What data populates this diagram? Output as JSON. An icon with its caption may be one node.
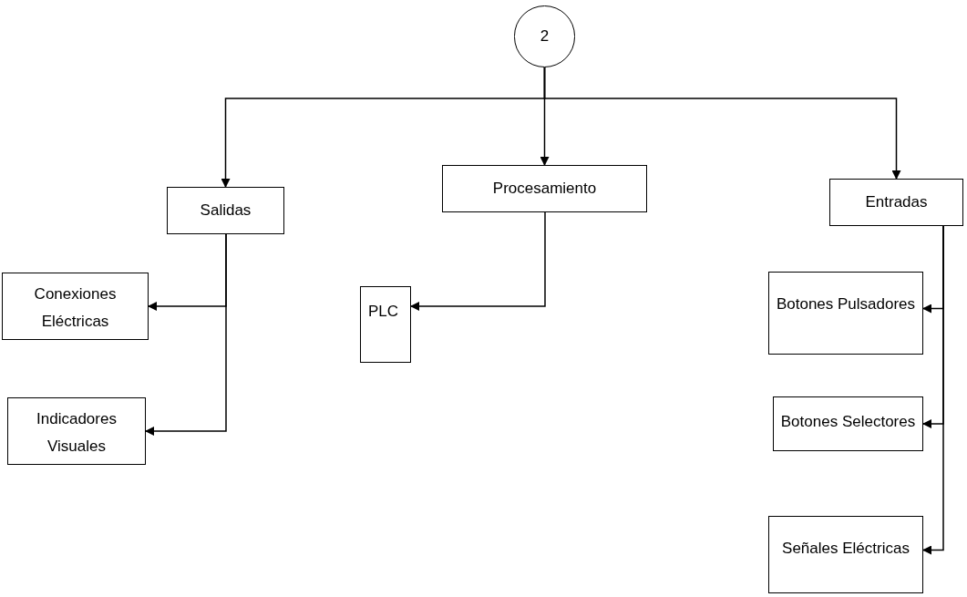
{
  "diagram": {
    "nodes": [
      {
        "text": [
          "2"
        ]
      },
      {
        "text": [
          "Salidas"
        ]
      },
      {
        "text": [
          "Procesamiento"
        ]
      },
      {
        "text": [
          "Entradas"
        ]
      },
      {
        "text": [
          "Conexiones Eléctricas"
        ]
      },
      {
        "text": [
          "Indicadores Visuales"
        ]
      },
      {
        "text": [
          "PLC"
        ]
      },
      {
        "text": [
          "Botones Pulsadores"
        ]
      },
      {
        "text": [
          "Botones Selectores"
        ]
      },
      {
        "text": [
          "Señales Eléctricas"
        ]
      }
    ],
    "edges": [
      {
        "from": 0,
        "to": 1,
        "arrow": "to"
      },
      {
        "from": 0,
        "to": 2,
        "arrow": "to"
      },
      {
        "from": 0,
        "to": 3,
        "arrow": "to"
      },
      {
        "from": 1,
        "to": 4,
        "arrow": "to"
      },
      {
        "from": 1,
        "to": 5,
        "arrow": "to"
      },
      {
        "from": 2,
        "to": 6,
        "arrow": "to"
      },
      {
        "from": 3,
        "to": 7,
        "arrow": "to"
      },
      {
        "from": 3,
        "to": 8,
        "arrow": "to"
      },
      {
        "from": 3,
        "to": 9,
        "arrow": "to"
      }
    ]
  }
}
